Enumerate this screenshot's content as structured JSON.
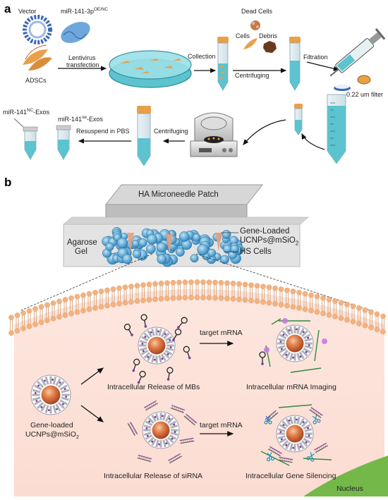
{
  "panel_a": {
    "label": "a",
    "vector": "Vector",
    "mirna": "miR-141-3p",
    "mirna_sup": "OE/NC",
    "adscs": "ADSCs",
    "lentivirus": "Lentivirus",
    "transfection": "transfection",
    "collection": "Collection",
    "dead_cells": "Dead Cells",
    "cells": "Cells",
    "debris": "Debris",
    "centrifuging_1": "Centrifuging",
    "filtration": "Filtration",
    "filter": "0.22 um filter",
    "centrifuging_2": "Centrifuging",
    "resuspend": "Resuspend in PBS",
    "exos_nc_prefix": "miR-141",
    "exos_nc_sup": "NC",
    "exos_nc_suffix": "-Exos",
    "exos_oe_prefix": "miR-141",
    "exos_oe_sup": "oe",
    "exos_oe_suffix": "-Exos"
  },
  "panel_b": {
    "label": "b",
    "patch": "HA Microneedle Patch",
    "agarose_1": "Agarose",
    "agarose_2": "Gel",
    "gene_loaded_1": "Gene-Loaded",
    "gene_loaded_2_prefix": "UCNPs@mSiO",
    "gene_loaded_2_sub": "2",
    "hs_cells": "HS Cells",
    "target_mrna_1": "target mRNA",
    "target_mrna_2": "target mRNA",
    "release_mbs": "Intracellular Release of MBs",
    "mrna_imaging": "Intracellular mRNA Imaging",
    "release_sirna": "Intracellular Release of siRNA",
    "gene_silencing": "Intracellular Gene Silencing",
    "gene_loaded_left_1": "Gene-loaded",
    "gene_loaded_left_2_prefix": "UCNPs@mSiO",
    "gene_loaded_left_2_sub": "2",
    "nucleus": "Nucleus"
  },
  "colors": {
    "medium": "#5cc3cf",
    "cytoplasm": "#fbe3dc",
    "membrane_head": "#f3b27f",
    "cells": "#4aa3d6",
    "nucleus": "#74b84a",
    "particle_core": "#d86a3a",
    "shell": "#b9b9c2",
    "probe": "#7c3d9b",
    "mrna": "#2e8b3a"
  }
}
